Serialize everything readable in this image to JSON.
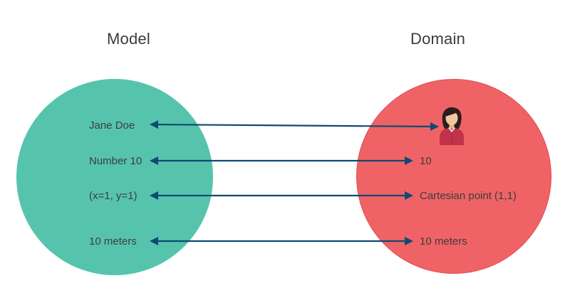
{
  "model": {
    "title": "Model",
    "items": [
      "Jane Doe",
      "Number 10",
      "(x=1, y=1)",
      "10 meters"
    ]
  },
  "domain": {
    "title": "Domain",
    "person_icon": "person-icon",
    "items": [
      "10",
      "Cartesian point (1,1)",
      "10 meters"
    ]
  },
  "colors": {
    "model_circle": "#56c4ad",
    "domain_circle": "#ef6366",
    "arrow": "#0f4a73",
    "text": "#3d3d3d"
  }
}
